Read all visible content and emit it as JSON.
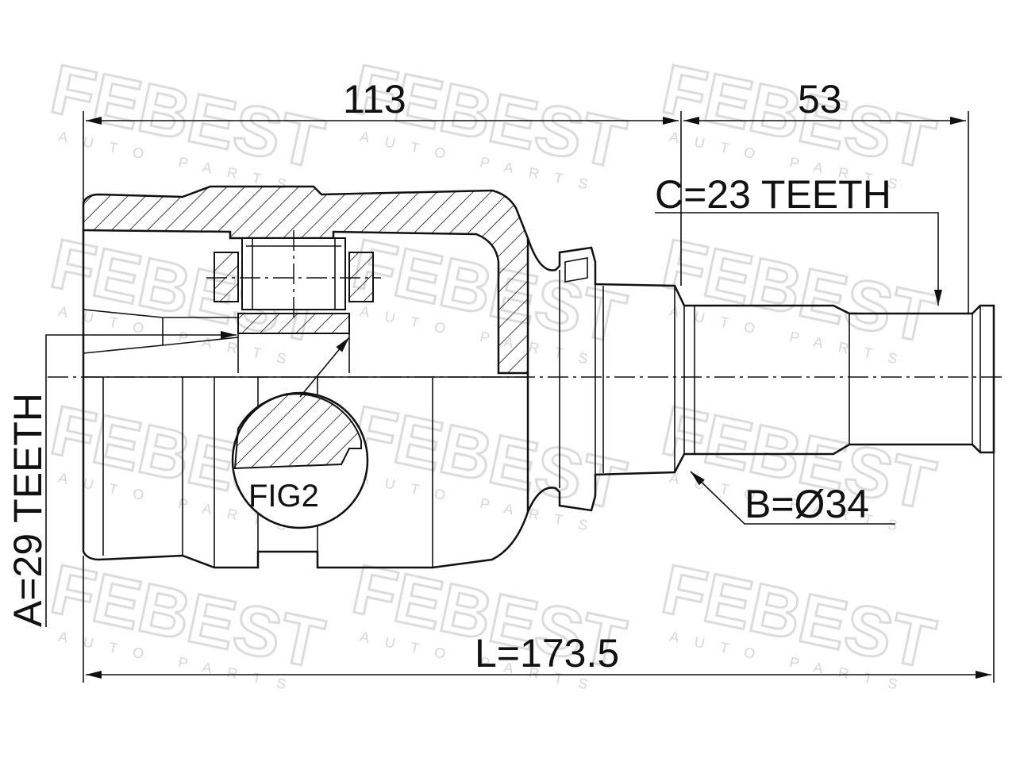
{
  "colors": {
    "line": "#111111",
    "background": "#ffffff",
    "watermark": "#d6d6d6"
  },
  "watermark": {
    "brand": "FEBEST",
    "sub": "AUTO PARTS"
  },
  "dimensions": {
    "housing_length": "113",
    "stub_length": "53",
    "total_length": "L=173.5"
  },
  "specs": {
    "outer_teeth": "C=23 TEETH",
    "inner_teeth": "A=29 TEETH",
    "seal_diameter": "B=Ø34"
  },
  "figure_label": "FIG2"
}
